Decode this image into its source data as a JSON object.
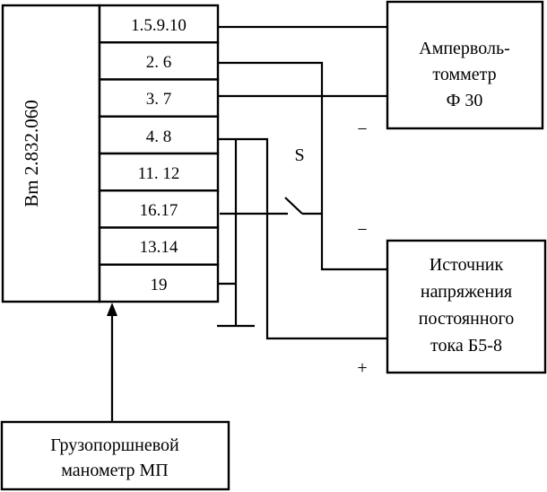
{
  "diagram": {
    "sensor": {
      "label": "Bm 2.832.060",
      "terminals": [
        "1.5.9.10",
        "2. 6",
        "3. 7",
        "4. 8",
        "11. 12",
        "16.17",
        "13.14",
        "19"
      ]
    },
    "ammeter": {
      "lines": [
        "Амперволь-",
        "томметр",
        "Ф 30"
      ]
    },
    "power_source": {
      "lines": [
        "Источник",
        "напряжения",
        "постоянного",
        "тока Б5-8"
      ]
    },
    "manometer": {
      "lines": [
        "Грузопоршневой",
        "манометр МП"
      ]
    },
    "switch_label": "S",
    "polarity": {
      "ammeter_minus": "−",
      "source_minus": "−",
      "source_plus": "+"
    }
  }
}
